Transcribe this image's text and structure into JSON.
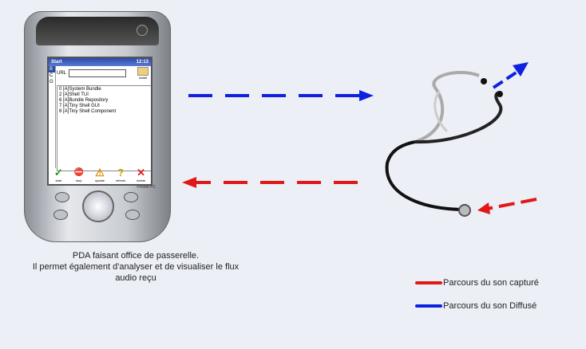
{
  "pda": {
    "taskbar": {
      "title": "Start",
      "time": "12:13"
    },
    "side_tabs": [
      "B",
      "C",
      "G"
    ],
    "url_label": "URL",
    "install_label": "install",
    "bundles": [
      "0 [A]System Bundle",
      "2 [A]Shell TUI",
      "6 [A]Bundle Repository",
      "7 [A]Tiny Shell GUI",
      "8 [A]Tiny Shell Component"
    ],
    "toolbar": [
      {
        "label": "start",
        "icon": "check-icon",
        "glyph": "✓",
        "color": "#1aa31a"
      },
      {
        "label": "stop",
        "icon": "stop-icon",
        "glyph": "⛔",
        "color": "#c02020"
      },
      {
        "label": "update",
        "icon": "warning-icon",
        "glyph": "⚠",
        "color": "#d98a00"
      },
      {
        "label": "refresh",
        "icon": "question-icon",
        "glyph": "?",
        "color": "#c9a000"
      },
      {
        "label": "delete",
        "icon": "x-icon",
        "glyph": "✕",
        "color": "#e02020"
      }
    ],
    "brand": "Pocket PC"
  },
  "caption": [
    "PDA faisant office de passerelle.",
    "Il permet également  d'analyser et de visualiser le flux",
    "audio reçu"
  ],
  "legend": [
    {
      "label": "Parcours du son capturé",
      "color": "#e01818"
    },
    {
      "label": "Parcours du son  Diffusé",
      "color": "#1020e0"
    }
  ]
}
